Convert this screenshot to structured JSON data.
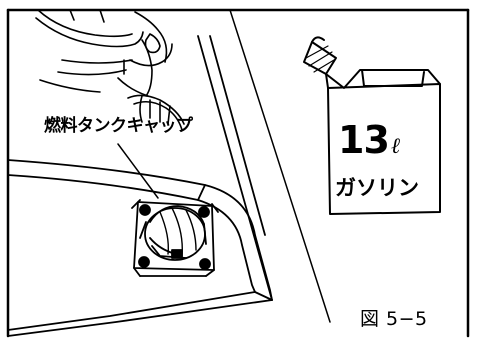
{
  "figure": {
    "callout_label": "燃料タンクキャップ",
    "fuel_can": {
      "volume_number": "13",
      "volume_unit": "ℓ",
      "fuel_type": "ガソリン"
    },
    "caption": "図 5−5"
  }
}
